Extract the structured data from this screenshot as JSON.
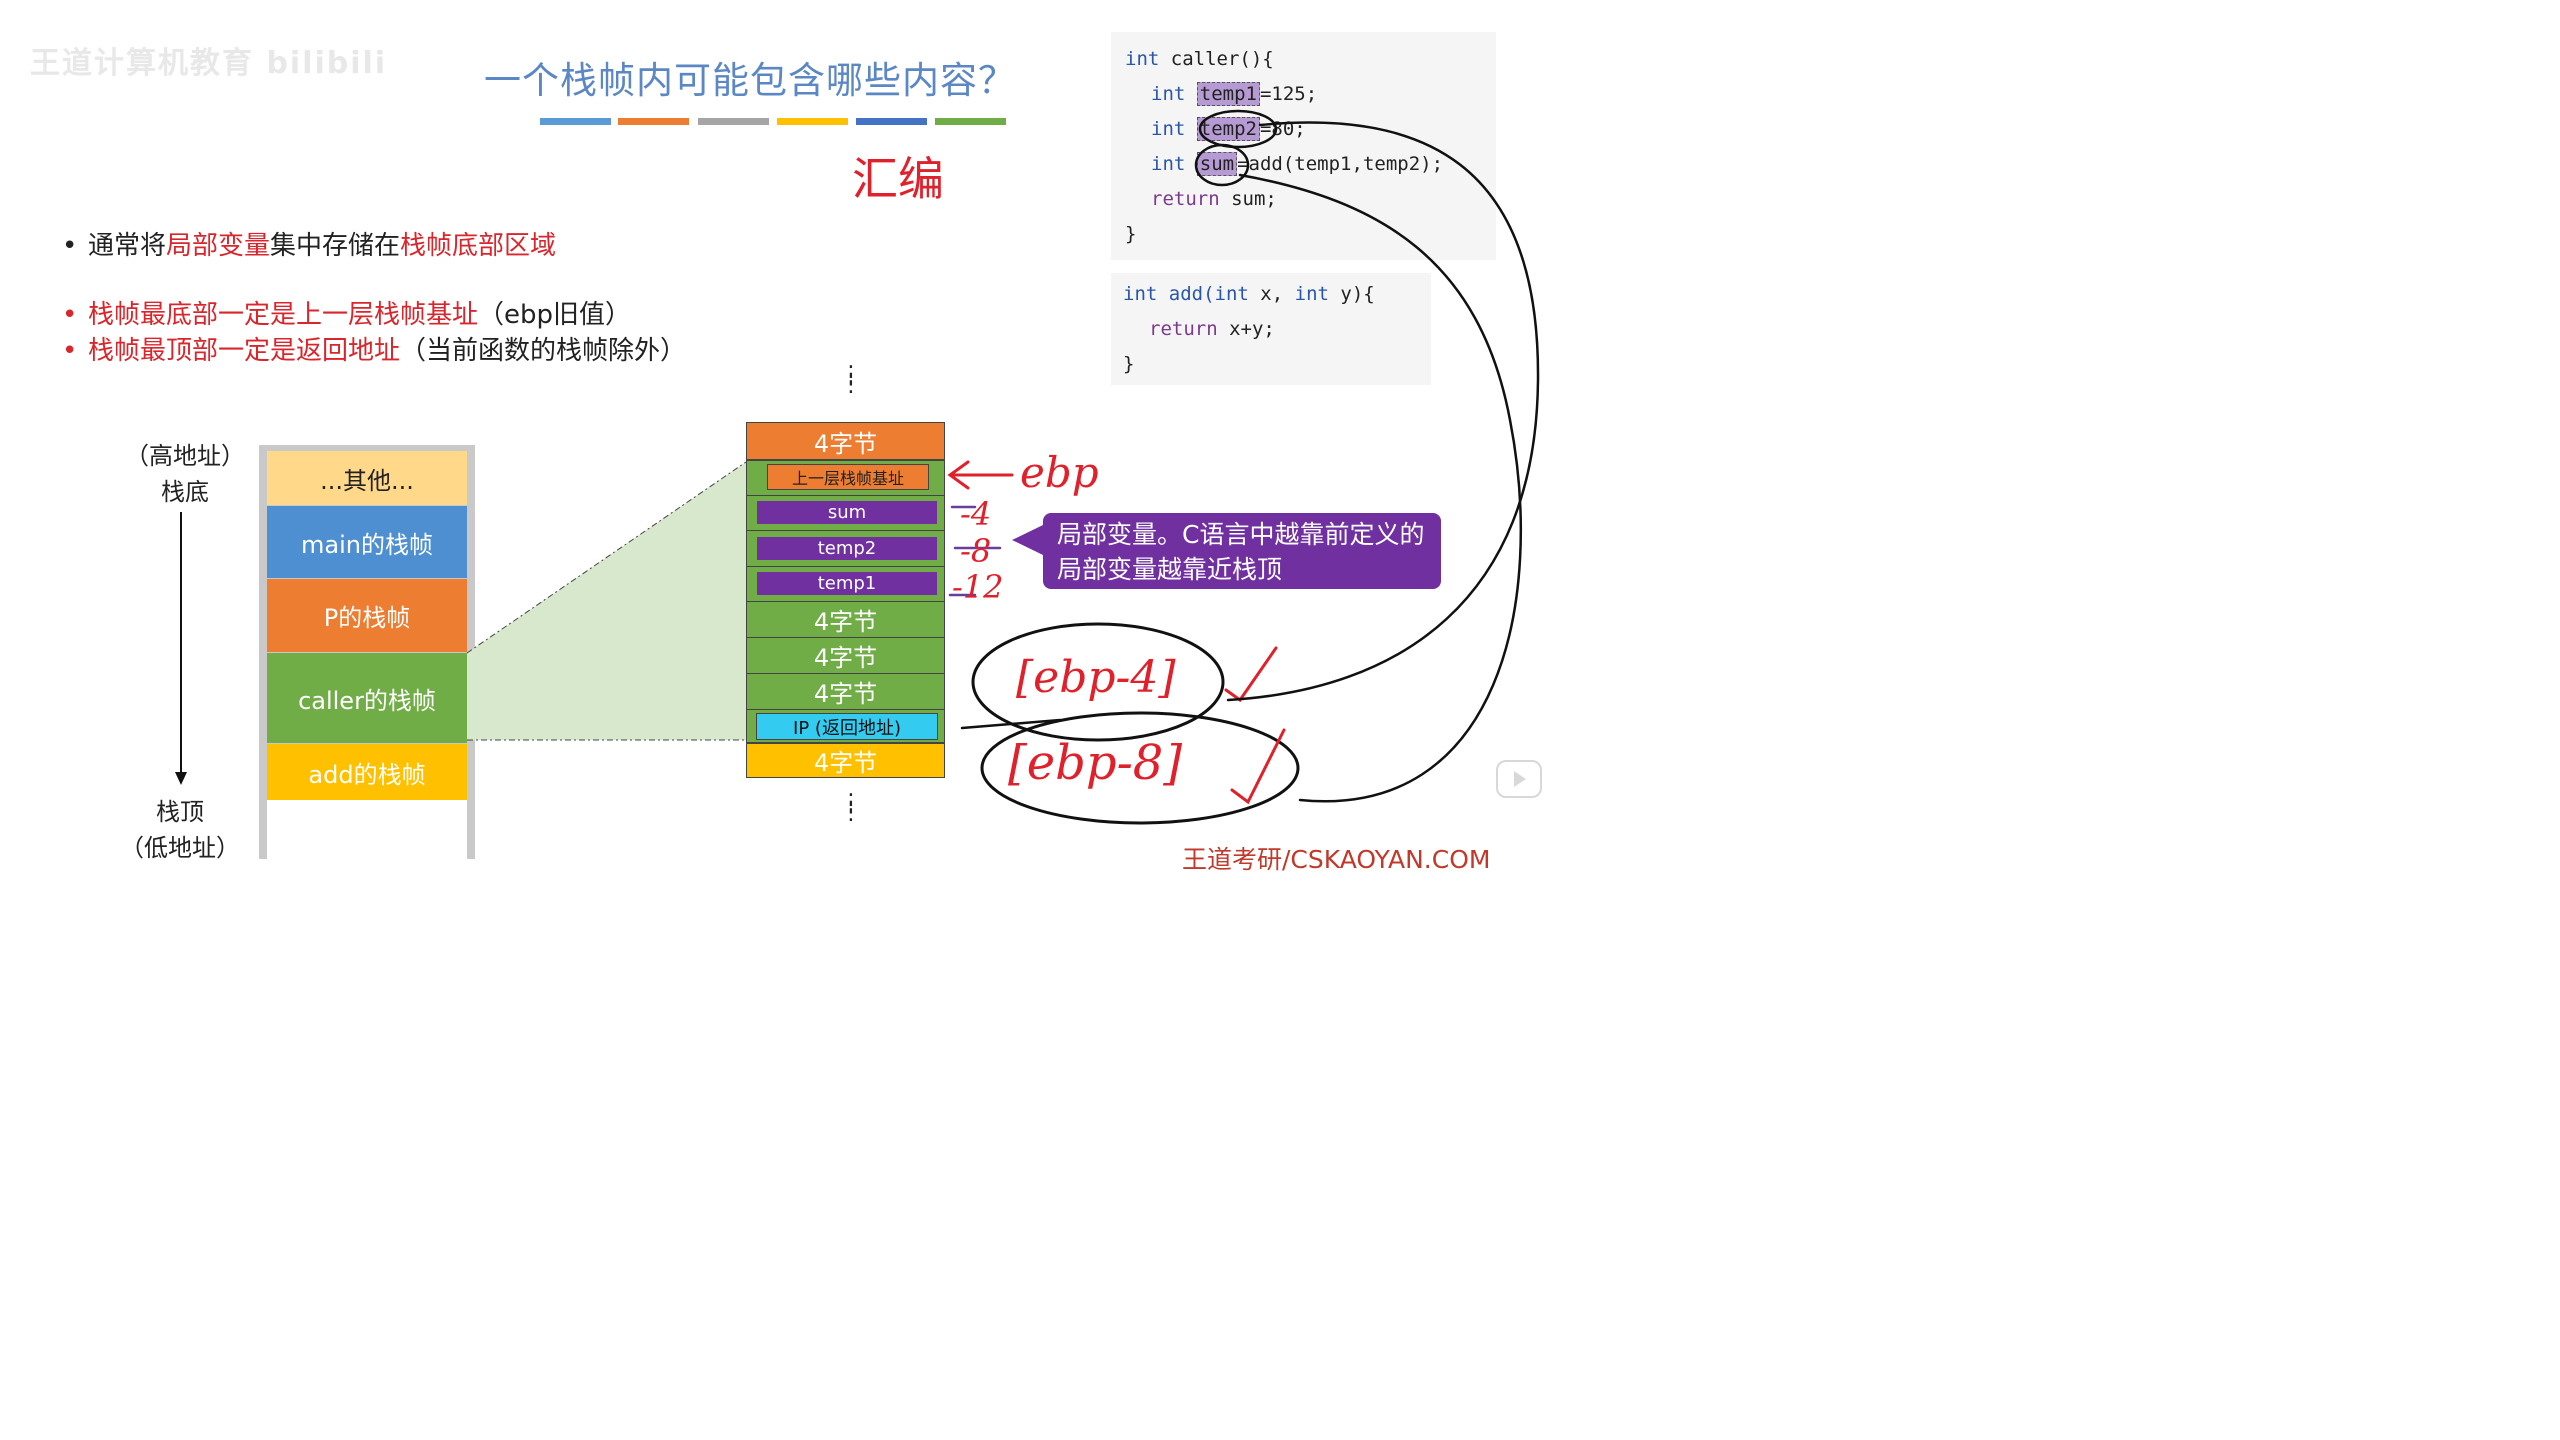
{
  "watermark": "王道计算机教育 bilibili",
  "title": "一个栈帧内可能包含哪些内容？",
  "title_bar_colors": [
    "#5b9bd5",
    "#ed7d31",
    "#a5a5a5",
    "#ffc000",
    "#4472c4",
    "#70ad47"
  ],
  "handwriting": {
    "huibian": "汇编",
    "ebp": "ebp",
    "offsets": [
      "-4",
      "-8",
      "-12"
    ],
    "ebp_minus_4": "[ebp-4]",
    "ebp_minus_8": "[ebp-8]",
    "check": "✓",
    "ink_color": "#e0202a"
  },
  "bullets": [
    {
      "parts": [
        {
          "text": "通常将",
          "red": false
        },
        {
          "text": "局部变量",
          "red": true
        },
        {
          "text": "集中存储在",
          "red": false
        },
        {
          "text": "栈帧底部区域",
          "red": true
        }
      ],
      "dot_red": false
    },
    {
      "parts": [
        {
          "text": "栈帧最底部一定是",
          "red": true
        },
        {
          "text": "上一层栈帧基址",
          "red": true
        },
        {
          "text": "（ebp旧值）",
          "red": false
        }
      ],
      "dot_red": true
    },
    {
      "parts": [
        {
          "text": "栈帧最顶部一定是",
          "red": true
        },
        {
          "text": "返回地址",
          "red": true
        },
        {
          "text": "（当前函数的栈帧除外）",
          "red": false
        }
      ],
      "dot_red": true
    }
  ],
  "code_caller": {
    "l1_kw": "int",
    "l1_rest": " caller(){",
    "l2_kw": "int",
    "l2_var": "temp1",
    "l2_rest": "=125;",
    "l3_kw": "int",
    "l3_var": "temp2",
    "l3_rest": "=80;",
    "l4_kw": "int",
    "l4_var": "sum",
    "l4_rest": "=add(temp1,temp2);",
    "l5_kw": "return",
    "l5_rest": " sum;",
    "l6": "}"
  },
  "code_add": {
    "l1_kw": "int",
    "l1_fn": " add(",
    "l1_kw2": "int",
    "l1_mid": " x, ",
    "l1_kw3": "int",
    "l1_end": " y){",
    "l2_kw": "return",
    "l2_rest": " x+y;",
    "l3": "}"
  },
  "stack_labels": {
    "top_addr": "（高地址）",
    "bottom_of_stack": "栈底",
    "top_of_stack": "栈顶",
    "low_addr": "（低地址）"
  },
  "stack_frames": [
    {
      "label": "...其他...",
      "color": "#ffd88a",
      "text_color": "#222"
    },
    {
      "label": "main的栈帧",
      "color": "#4d8fd1",
      "text_color": "#fff"
    },
    {
      "label": "P的栈帧",
      "color": "#ed7d31",
      "text_color": "#fff"
    },
    {
      "label": "caller的栈帧",
      "color": "#70ad47",
      "text_color": "#fff"
    },
    {
      "label": "add的栈帧",
      "color": "#ffc000",
      "text_color": "#fff"
    }
  ],
  "zoom_frame": {
    "top_block": "4字节",
    "prev_ebp": "上一层栈帧基址",
    "slots": [
      "sum",
      "temp2",
      "temp1"
    ],
    "mid_blocks": [
      "4字节",
      "4字节",
      "4字节"
    ],
    "return_addr": "IP (返回地址)",
    "bottom_block": "4字节",
    "dots": "⋮"
  },
  "callout": "局部变量。C语言中越靠前定义的局部变量越靠近栈顶",
  "footer": "王道考研/CSKAOYAN.COM"
}
